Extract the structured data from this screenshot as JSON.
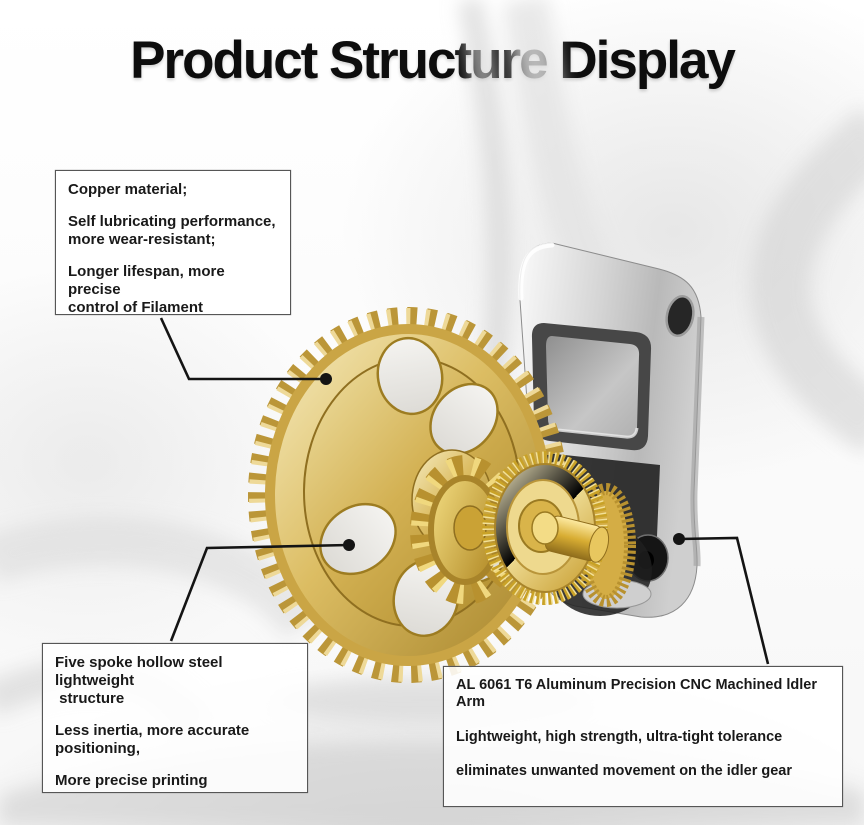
{
  "title": "Product Structure Display",
  "callouts": {
    "copper": {
      "p1": "Copper material;",
      "p2": "Self lubricating performance,\nmore wear-resistant;",
      "p3": "Longer lifespan, more precise\ncontrol of Filament"
    },
    "spoke": {
      "p1": "Five spoke hollow steel lightweight\n structure",
      "p2": "Less inertia, more accurate\npositioning,",
      "p3": "More precise printing"
    },
    "arm": {
      "p1": "AL 6061 T6 Aluminum Precision CNC Machined ldler\nArm",
      "p2": "Lightweight, high strength, ultra-tight tolerance",
      "p3": "eliminates unwanted movement on the idler gear"
    }
  },
  "product": {
    "parts": [
      "large-brass-drive-gear",
      "brass-pinion-gear",
      "knurled-brass-idler-gear",
      "aluminum-idler-arm",
      "gold-shaft",
      "pivot-screw"
    ],
    "colors": {
      "brass": "#c9a43c",
      "brass_light": "#f2e3a0",
      "brass_dark": "#8a6b1e",
      "aluminum": "#d9d9d9",
      "aluminum_dark": "#9a9a9a",
      "callout_border": "#565656",
      "callout_text": "#191919",
      "connector_line": "#141414",
      "title_text": "#0d0d0d"
    }
  }
}
